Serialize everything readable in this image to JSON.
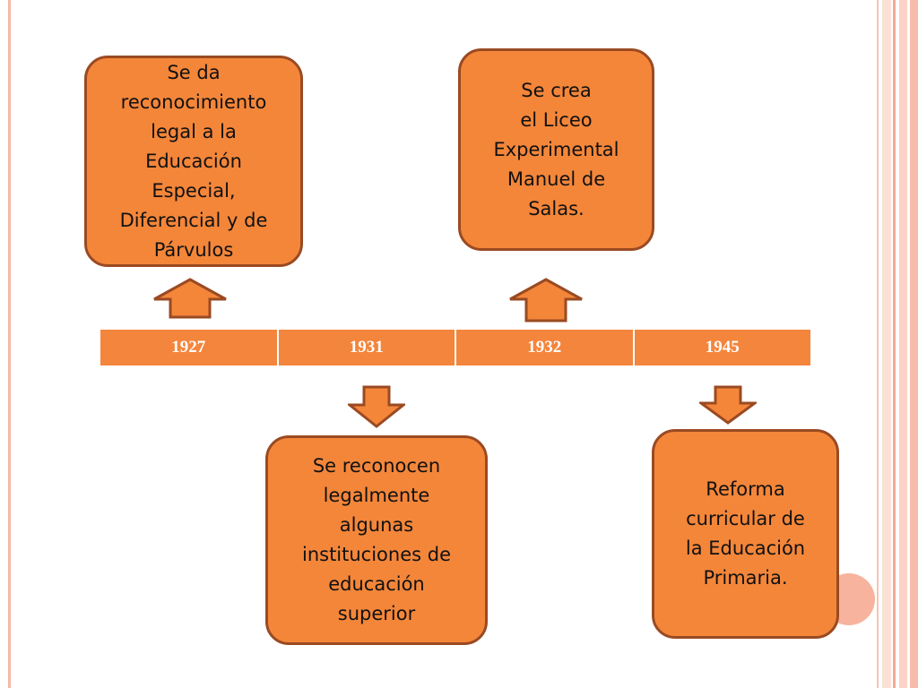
{
  "timeline": {
    "years": [
      "1927",
      "1931",
      "1932",
      "1945"
    ]
  },
  "events": {
    "e1927": "Se da\nreconocimiento\nlegal a la\nEducación\nEspecial,\nDiferencial y de\nPárvulos",
    "e1931": "Se reconocen\nlegalmente\nalgunas\ninstituciones de\neducación\nsuperior",
    "e1932": "Se crea\nel Liceo\nExperimental\nManuel de\nSalas.",
    "e1945": "Reforma\ncurricular de\nla Educación\nPrimaria."
  },
  "colors": {
    "accent": "#f4853c",
    "border": "#9a4a22",
    "decor": "#f7b39d"
  },
  "icons": {
    "up": "arrow-up-icon",
    "down": "arrow-down-icon"
  }
}
